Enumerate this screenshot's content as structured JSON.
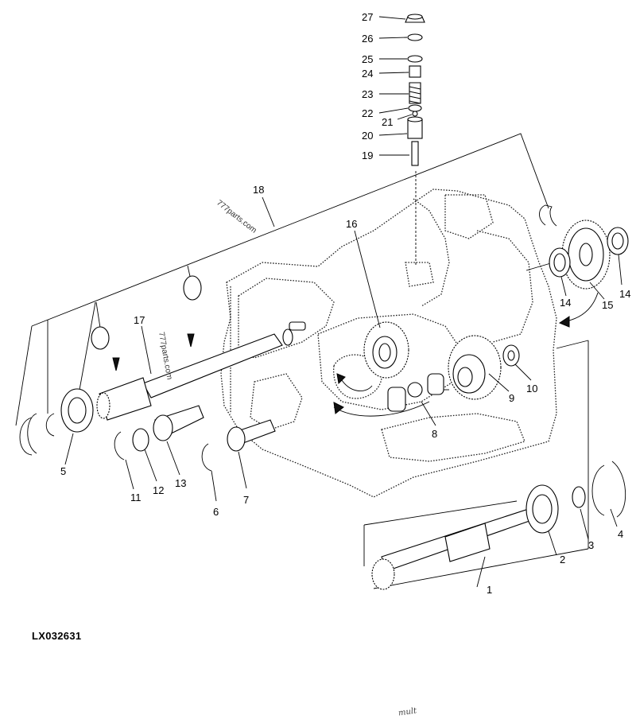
{
  "figure_code": "LX032631",
  "watermark": "777parts.com",
  "handwriting": "mult",
  "callouts": [
    "1",
    "2",
    "3",
    "4",
    "5",
    "6",
    "7",
    "8",
    "9",
    "10",
    "11",
    "12",
    "13",
    "14",
    "15",
    "16",
    "17",
    "18",
    "19",
    "20",
    "21",
    "22",
    "23",
    "24",
    "25",
    "26",
    "27"
  ]
}
